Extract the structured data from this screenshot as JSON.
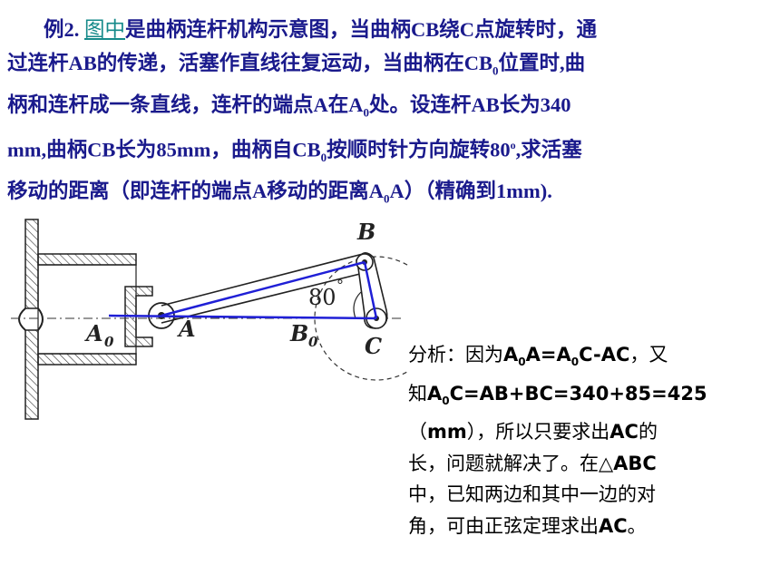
{
  "problem": {
    "prefix": "例2. ",
    "link_text": "图中",
    "line1_rest": "是曲柄连杆机构示意图，当曲柄CB绕C点旋转时，通",
    "line2": "过连杆AB的传递，活塞作直线往复运动，当曲柄在CB",
    "line2_sub": "0",
    "line2_end": "位置时,曲",
    "line3_a": " 柄和连杆成一条直线，连杆的端点A在A",
    "line3_sub": "0",
    "line3_b": "处。设连杆AB长为340",
    "line4_a": "mm,曲柄CB长为85mm，曲柄自CB",
    "line4_sub": "0",
    "line4_b": "按顺时针方向旋转80",
    "line4_sup": "o",
    "line4_c": ",求活塞",
    "line5_a": "移动的距离（即连杆的端点A移动的距离A",
    "line5_sub": "0",
    "line5_b": "A）（精确到1mm)."
  },
  "figure": {
    "label_B": "B",
    "label_A": "A",
    "label_A0": "A",
    "label_A0_sub": "0",
    "label_B0": "B",
    "label_B0_sub": "0",
    "label_C": "C",
    "angle_label": "80",
    "angle_unit": "°",
    "colors": {
      "linkage": "#1f1fd6",
      "drawing": "#1a1a1a",
      "hatch": "#333333"
    }
  },
  "analysis": {
    "l1_a": "分析：因为",
    "l1_b": "A",
    "l1_sub1": "0",
    "l1_c": "A=A",
    "l1_sub2": "0",
    "l1_d": "C-AC",
    "l1_e": "，又",
    "l2_a": "知",
    "l2_b": "A",
    "l2_sub": "0",
    "l2_c": "C=AB+BC=340+85=425",
    "l3_a": "（",
    "l3_b": "mm",
    "l3_c": "），所以只要求出",
    "l3_d": "AC",
    "l3_e": "的",
    "l4_a": "长，问题就解决了。在△",
    "l4_b": "ABC",
    "l5": "中，已知两边和其中一边的对",
    "l6_a": "角，可由正弦定理求出",
    "l6_b": "AC",
    "l6_c": "。"
  }
}
